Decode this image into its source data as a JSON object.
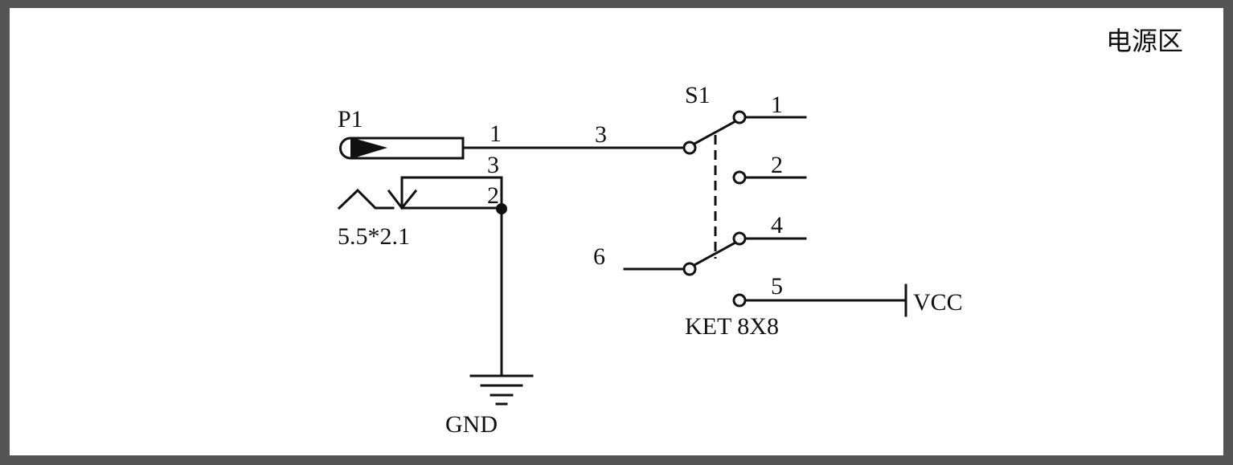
{
  "title": "电源区",
  "jack": {
    "designator": "P1",
    "value": "5.5*2.1",
    "pins": {
      "p1": "1",
      "p3": "3",
      "p2": "2"
    }
  },
  "switch": {
    "designator": "S1",
    "value": "KET 8X8",
    "pins": {
      "p1": "1",
      "p2": "2",
      "p3": "3",
      "p4": "4",
      "p5": "5",
      "p6": "6"
    }
  },
  "nets": {
    "gnd": "GND",
    "vcc": "VCC"
  }
}
